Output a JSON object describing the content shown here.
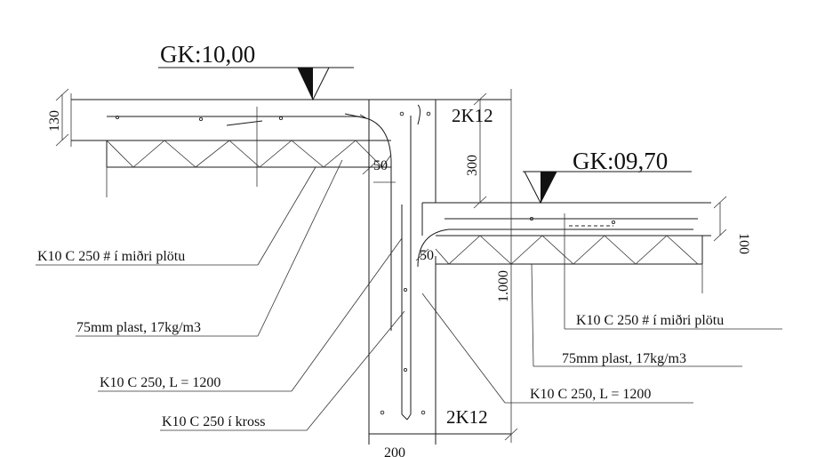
{
  "levels": {
    "upper": "GK:10,00",
    "lower": "GK:09,70"
  },
  "dimensions": {
    "upper_slab_thickness": "130",
    "lower_slab_thickness": "100",
    "wall_upper_height": "300",
    "wall_lower_height": "1.000",
    "hook_upper": "50",
    "hook_lower": "50",
    "wall_width": "200"
  },
  "rebar": {
    "top_bars": "2K12",
    "bottom_bars": "2K12"
  },
  "callouts": {
    "upper_slab_mesh": "K10 C 250  # í miðri plötu",
    "upper_insulation": "75mm plast, 17kg/m3",
    "upper_bend_bar": "K10 C 250, L = 1200",
    "cross_bars": "K10 C 250 í kross",
    "lower_slab_mesh": "K10 C 250  # í miðri plötu",
    "lower_insulation": "75mm plast, 17kg/m3",
    "lower_bend_bar": "K10 C 250, L = 1200"
  }
}
